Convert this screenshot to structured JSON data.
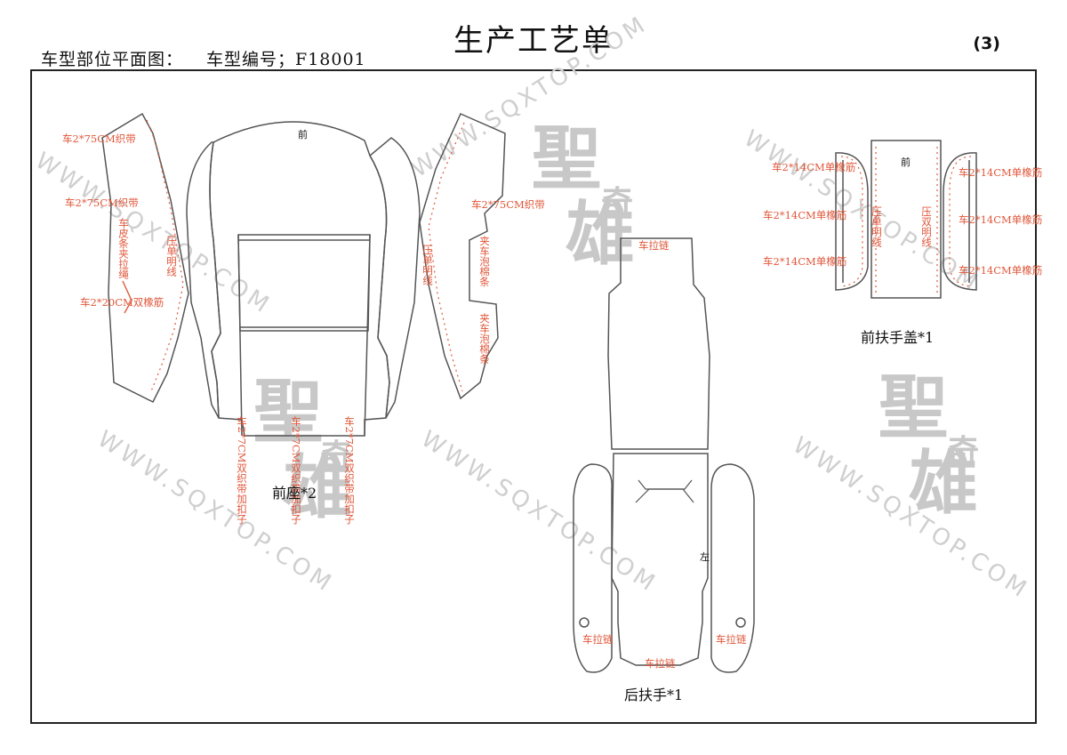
{
  "header": {
    "title": "生产工艺单",
    "page_number": "(3)",
    "plan_label": "车型部位平面图：",
    "model_code": "车型编号；F18001"
  },
  "watermarks": {
    "url": "WWW.SQXTOP.COM",
    "brand": [
      "聖",
      "奇",
      "雄"
    ]
  },
  "pieces": {
    "front_seat": {
      "label": "前座*2",
      "front_mark": "前",
      "annotations": {
        "left_top": "车2*75CM织带",
        "left_mid": "车2*75CM织带",
        "left_strip": "车皮条夹拉绳",
        "left_stitch": "压单明线",
        "left_bottom": "车2*20CM双橡筋",
        "right_top": "车2*75CM织带",
        "right_stitch": "压单明线",
        "right_foam1": "夹车泡棉条",
        "right_foam2": "夹车泡棉条",
        "bottom_tabs": [
          "车2*7CM双织带加扣子",
          "车2*7CM双织带加扣子",
          "车2*7CM双织带加扣子"
        ]
      }
    },
    "rear_armrest": {
      "label": "后扶手*1",
      "zip_top": "车拉链",
      "zip_bottom": "车拉链",
      "zip_left": "车拉链",
      "zip_right": "车拉链",
      "left_mark": "左"
    },
    "front_armrest_cover": {
      "label": "前扶手盖*1",
      "front_mark": "前",
      "left_notes": [
        "车2*14CM单橡筋",
        "车2*14CM单橡筋",
        "车2*14CM单橡筋"
      ],
      "right_notes": [
        "车2*14CM单橡筋",
        "车2*14CM单橡筋",
        "车2*14CM单橡筋"
      ],
      "stitch_single": "压单明线",
      "stitch_double": "压双明线"
    }
  }
}
